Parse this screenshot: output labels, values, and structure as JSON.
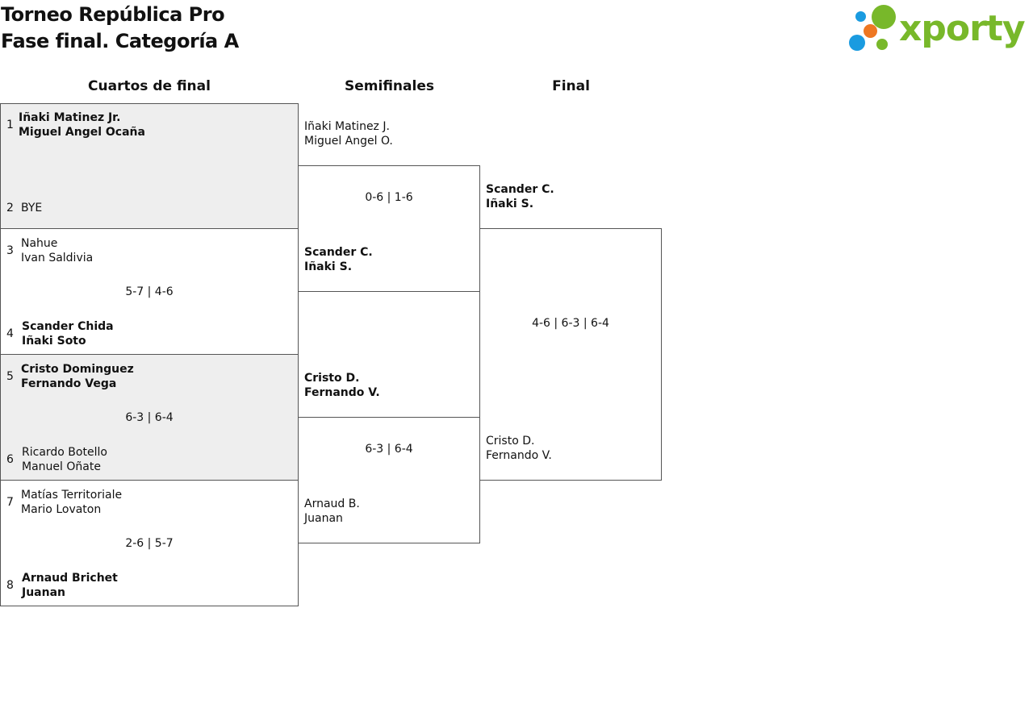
{
  "header": {
    "title_line1": "Torneo República Pro",
    "title_line2": "Fase final. Categoría A",
    "logo_text": "xporty"
  },
  "rounds": {
    "quarterfinals": "Cuartos de final",
    "semifinals": "Semifinales",
    "final": "Final"
  },
  "quarterfinals": [
    {
      "top": {
        "seed": "1",
        "p1": "Iñaki Matinez Jr.",
        "p2": "Miguel Angel Ocaña",
        "winner": true
      },
      "bottom": {
        "seed": "2",
        "p1": "BYE",
        "p2": "",
        "winner": false
      },
      "score": ""
    },
    {
      "top": {
        "seed": "3",
        "p1": "Nahue",
        "p2": "Ivan Saldivia",
        "winner": false
      },
      "bottom": {
        "seed": "4",
        "p1": "Scander Chida",
        "p2": "Iñaki Soto",
        "winner": true
      },
      "score": "5-7 | 4-6"
    },
    {
      "top": {
        "seed": "5",
        "p1": "Cristo Dominguez",
        "p2": "Fernando Vega",
        "winner": true
      },
      "bottom": {
        "seed": "6",
        "p1": "Ricardo Botello",
        "p2": "Manuel Oñate",
        "winner": false
      },
      "score": "6-3 | 6-4"
    },
    {
      "top": {
        "seed": "7",
        "p1": "Matías Territoriale",
        "p2": "Mario Lovaton",
        "winner": false
      },
      "bottom": {
        "seed": "8",
        "p1": "Arnaud Brichet",
        "p2": "Juanan",
        "winner": true
      },
      "score": "2-6 | 5-7"
    }
  ],
  "semifinals": [
    {
      "top": {
        "p1": "Iñaki Matinez J.",
        "p2": "Miguel Angel O.",
        "winner": false
      },
      "bottom": {
        "p1": "Scander C.",
        "p2": "Iñaki S.",
        "winner": true
      },
      "score": "0-6 | 1-6"
    },
    {
      "top": {
        "p1": "Cristo D.",
        "p2": "Fernando V.",
        "winner": true
      },
      "bottom": {
        "p1": "Arnaud B.",
        "p2": "Juanan",
        "winner": false
      },
      "score": "6-3 | 6-4"
    }
  ],
  "final": {
    "top": {
      "p1": "Scander C.",
      "p2": "Iñaki S.",
      "winner": true
    },
    "bottom": {
      "p1": "Cristo D.",
      "p2": "Fernando V.",
      "winner": false
    },
    "score": "4-6 | 6-3 | 6-4"
  },
  "colors": {
    "brand_green": "#78b82a",
    "brand_blue": "#1a9be0",
    "brand_orange": "#ee7722",
    "match_shade": "#eeeeee",
    "border": "#555555"
  }
}
